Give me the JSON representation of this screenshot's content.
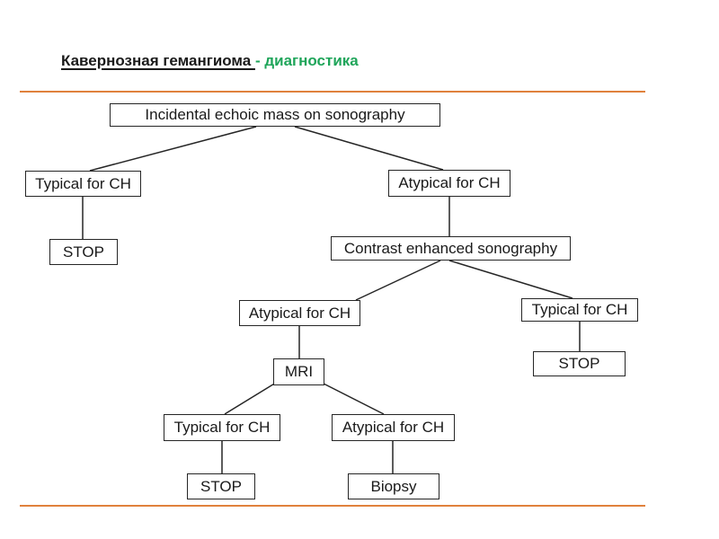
{
  "title": {
    "main": "Кавернозная гемангиома ",
    "suffix": "- диагностика"
  },
  "colors": {
    "divider_orange": "#E0813C",
    "title_green": "#1FA55A",
    "box_border": "#262626"
  },
  "flowchart": {
    "nodes": [
      {
        "id": "incidental-mass",
        "label": "Incidental echoic mass on sonography"
      },
      {
        "id": "typical-ch-1",
        "label": "Typical for CH"
      },
      {
        "id": "atypical-ch-1",
        "label": "Atypical for CH"
      },
      {
        "id": "stop-1",
        "label": "STOP"
      },
      {
        "id": "contrast-sonography",
        "label": "Contrast enhanced sonography"
      },
      {
        "id": "atypical-ch-2",
        "label": "Atypical for CH"
      },
      {
        "id": "typical-ch-2",
        "label": "Typical for CH"
      },
      {
        "id": "mri",
        "label": "MRI"
      },
      {
        "id": "stop-2",
        "label": "STOP"
      },
      {
        "id": "typical-ch-3",
        "label": "Typical for CH"
      },
      {
        "id": "atypical-ch-3",
        "label": "Atypical for CH"
      },
      {
        "id": "stop-3",
        "label": "STOP"
      },
      {
        "id": "biopsy",
        "label": "Biopsy"
      }
    ],
    "edges": [
      {
        "from": "incidental-mass",
        "to": "typical-ch-1"
      },
      {
        "from": "incidental-mass",
        "to": "atypical-ch-1"
      },
      {
        "from": "typical-ch-1",
        "to": "stop-1"
      },
      {
        "from": "atypical-ch-1",
        "to": "contrast-sonography"
      },
      {
        "from": "contrast-sonography",
        "to": "atypical-ch-2"
      },
      {
        "from": "contrast-sonography",
        "to": "typical-ch-2"
      },
      {
        "from": "atypical-ch-2",
        "to": "mri"
      },
      {
        "from": "typical-ch-2",
        "to": "stop-2"
      },
      {
        "from": "mri",
        "to": "typical-ch-3"
      },
      {
        "from": "mri",
        "to": "atypical-ch-3"
      },
      {
        "from": "typical-ch-3",
        "to": "stop-3"
      },
      {
        "from": "atypical-ch-3",
        "to": "biopsy"
      }
    ]
  }
}
